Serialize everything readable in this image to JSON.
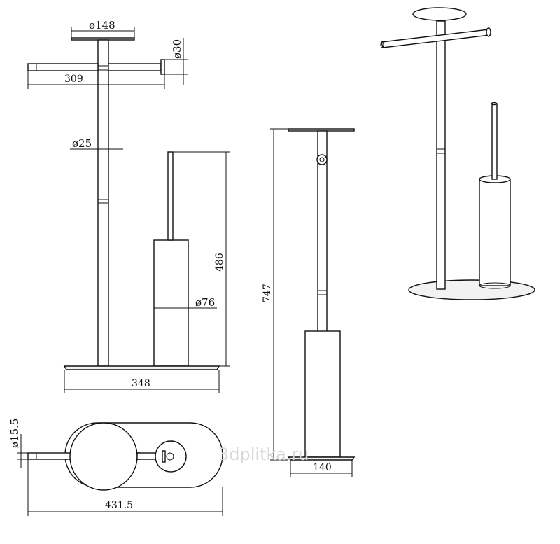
{
  "dimensions": {
    "top_plate_diameter": "ø148",
    "end_cap_diameter": "ø30",
    "arm_width": "309",
    "pole_diameter": "ø25",
    "brush_holder_height": "486",
    "brush_holder_diameter": "ø76",
    "base_width": "348",
    "total_height": "747",
    "base_depth": "140",
    "arm_diameter": "ø15.5",
    "overall_length": "431.5"
  },
  "watermark": "3dplitka.ru"
}
